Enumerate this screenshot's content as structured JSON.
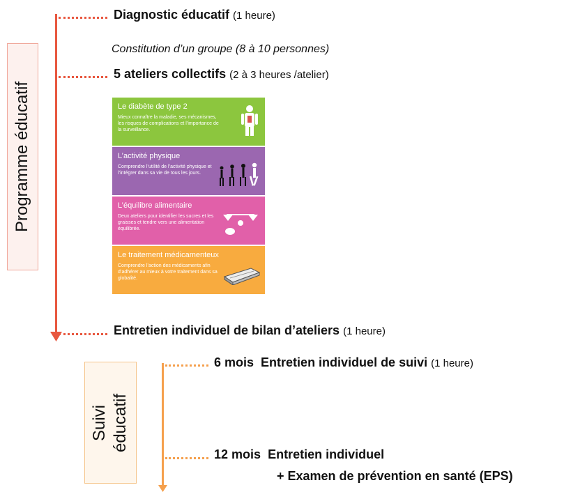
{
  "colors": {
    "main_line": "#e8573f",
    "suivi_line": "#f5a04d",
    "box_border_main": "#f0a79a",
    "box_bg_main": "#fdf1ee",
    "box_border_suivi": "#f5c48a",
    "box_bg_suivi": "#fef6ec",
    "card1": "#8cc63e",
    "card2": "#9b67b0",
    "card3": "#e160a9",
    "card4": "#f8ab3f"
  },
  "programme": {
    "label": "Programme éducatif",
    "steps": [
      {
        "title": "Diagnostic éducatif",
        "note": "(1 heure)"
      },
      {
        "title": "5 ateliers collectifs",
        "note": "(2 à 3 heures /atelier)"
      },
      {
        "title": "Entretien individuel de bilan d’ateliers",
        "note": "(1 heure)"
      }
    ],
    "group_note": "Constitution d’un groupe (8 à 10 personnes)"
  },
  "ateliers": [
    {
      "title": "Le diabète de type 2",
      "desc": "Mieux connaître la maladie, ses mécanismes, les risques de complications et l’importance de la surveillance.",
      "icon": "body-icon"
    },
    {
      "title": "L’activité physique",
      "desc": "Comprendre l’utilité de l’activité physique et l’intégrer dans sa vie de tous les jours.",
      "icon": "walking-icon"
    },
    {
      "title": "L’équilibre alimentaire",
      "desc": "Deux ateliers pour identifier les sucres et les graisses et tendre vers une alimentation équilibrée.",
      "icon": "scale-icon"
    },
    {
      "title": "Le traitement médicamenteux",
      "desc": "Comprendre l’action des médicaments afin d’adhérer au mieux à votre traitement dans sa globalité.",
      "icon": "pill-box-icon"
    }
  ],
  "suivi": {
    "label_line1": "Suivi",
    "label_line2": "éducatif",
    "steps": [
      {
        "when": "6 mois",
        "title": "Entretien individuel de suivi",
        "note": "(1 heure)"
      },
      {
        "when": "12 mois",
        "title": "Entretien individuel",
        "title2": "+ Examen de prévention en santé (EPS)"
      }
    ]
  }
}
